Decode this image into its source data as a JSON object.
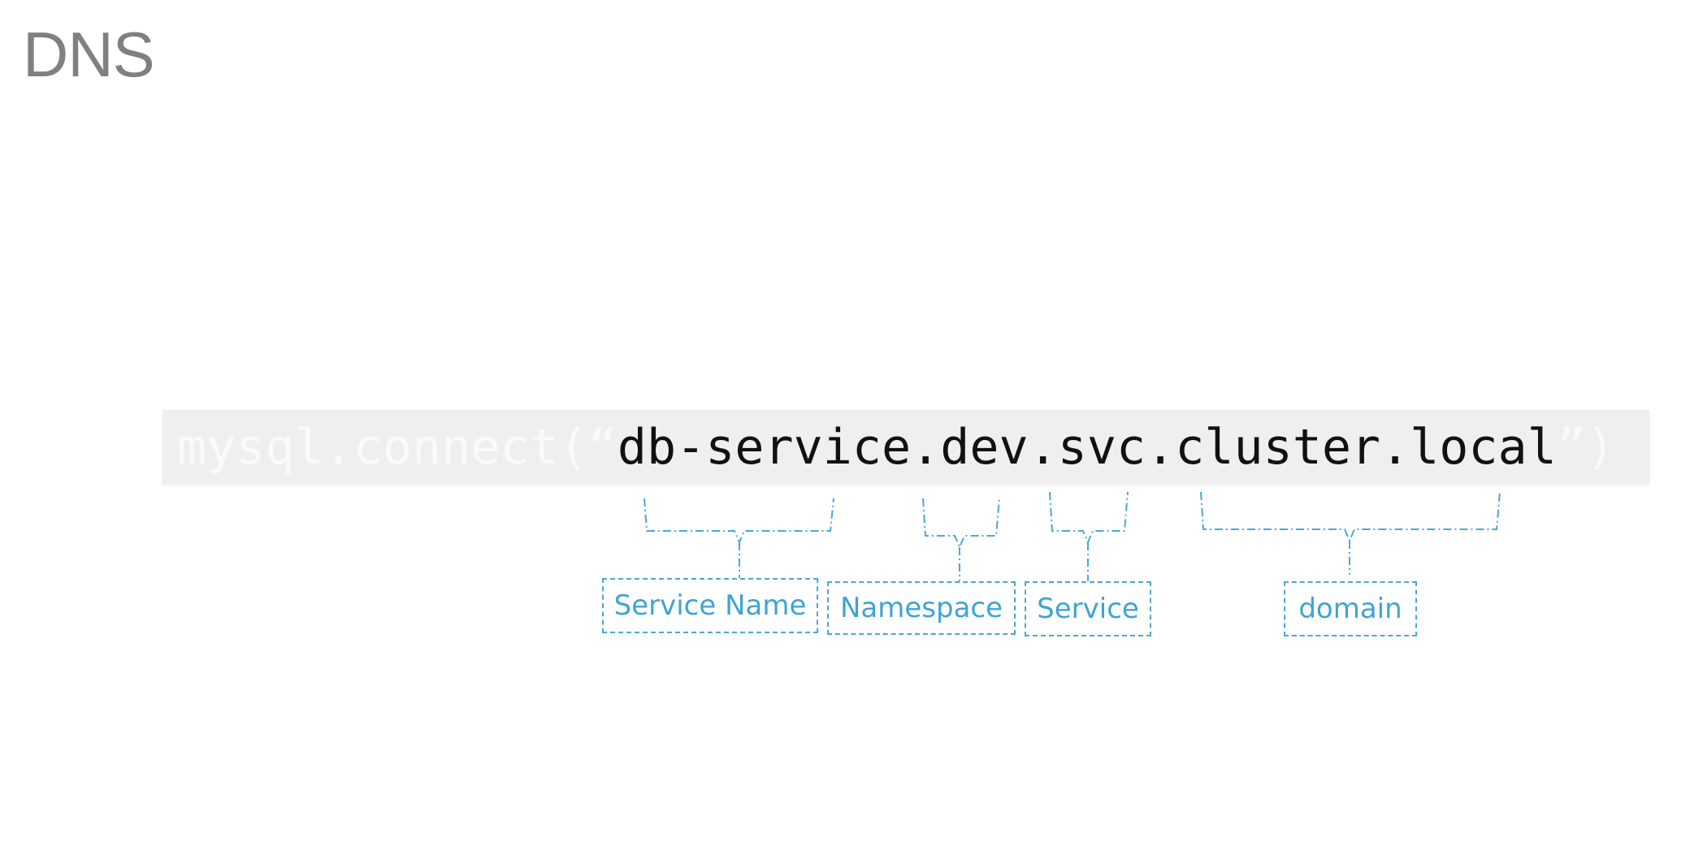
{
  "slide": {
    "title": "DNS"
  },
  "code": {
    "prefix": "mysql.connect(“",
    "host": "db-service.dev.svc.cluster.local",
    "suffix": "”)"
  },
  "labels": {
    "service_name": "Service Name",
    "namespace": "Namespace",
    "service": "Service",
    "domain": "domain"
  },
  "colors": {
    "accent": "#4aa8d4",
    "title": "#808080",
    "code_box": "#efefef"
  }
}
